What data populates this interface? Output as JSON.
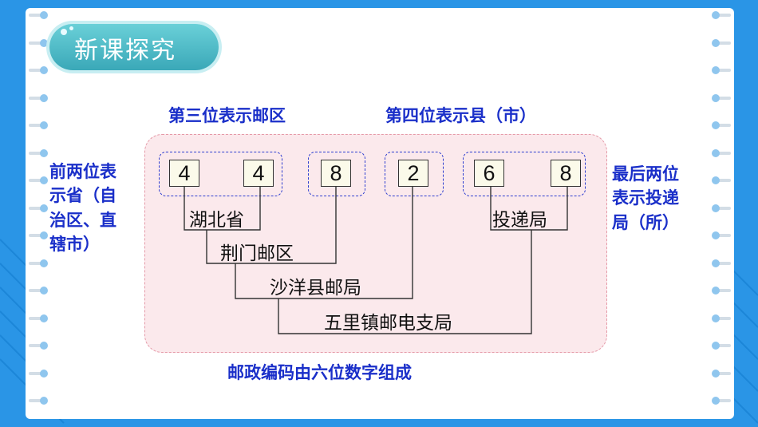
{
  "header": {
    "title": "新课探究"
  },
  "annotations": {
    "top_left": "第三位表示邮区",
    "top_right": "第四位表示县（市）",
    "left": [
      "前两位表",
      "示省（自",
      "治区、直",
      "辖市）"
    ],
    "right": [
      "最后两位",
      "表示投递",
      "局（所）"
    ],
    "bottom": "邮政编码由六位数字组成"
  },
  "postal_code": {
    "digits": [
      "4",
      "4",
      "8",
      "2",
      "6",
      "8"
    ]
  },
  "hierarchy": {
    "province": "湖北省",
    "district": "荆门邮区",
    "county": "沙洋县邮局",
    "branch": "五里镇邮电支局",
    "delivery": "投递局"
  },
  "colors": {
    "background": "#2a95e6",
    "annotation_text": "#1a2fc9",
    "highlight_area": "#fbe9ec"
  }
}
